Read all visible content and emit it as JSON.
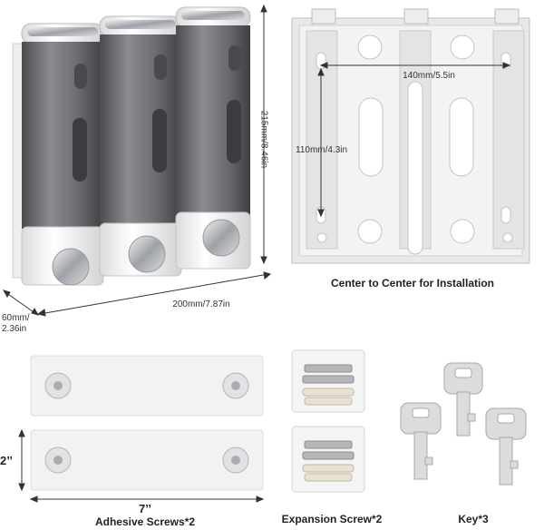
{
  "dispenser": {
    "height_label": "215mm/8.46in",
    "width_label": "200mm/7.87in",
    "depth_label": "60mm/\n2.36in"
  },
  "bracket": {
    "horizontal_label": "140mm/5.5in",
    "vertical_label": "110mm/4.3in",
    "caption": "Center to Center for Installation"
  },
  "adhesive": {
    "width_label": "7’’",
    "height_label": "2’’",
    "caption": "Adhesive Screws*2"
  },
  "expansion": {
    "caption": "Expansion Screw*2"
  },
  "keys": {
    "caption": "Key*3"
  },
  "colors": {
    "tank": "#6f6f73",
    "chrome": "#b9bcc0",
    "white": "#f4f4f4",
    "bracket": "#e6e6e8",
    "line": "#333333"
  },
  "icons": [
    "soap-dispenser",
    "mounting-bracket",
    "adhesive-pad",
    "screw-bag",
    "key"
  ]
}
